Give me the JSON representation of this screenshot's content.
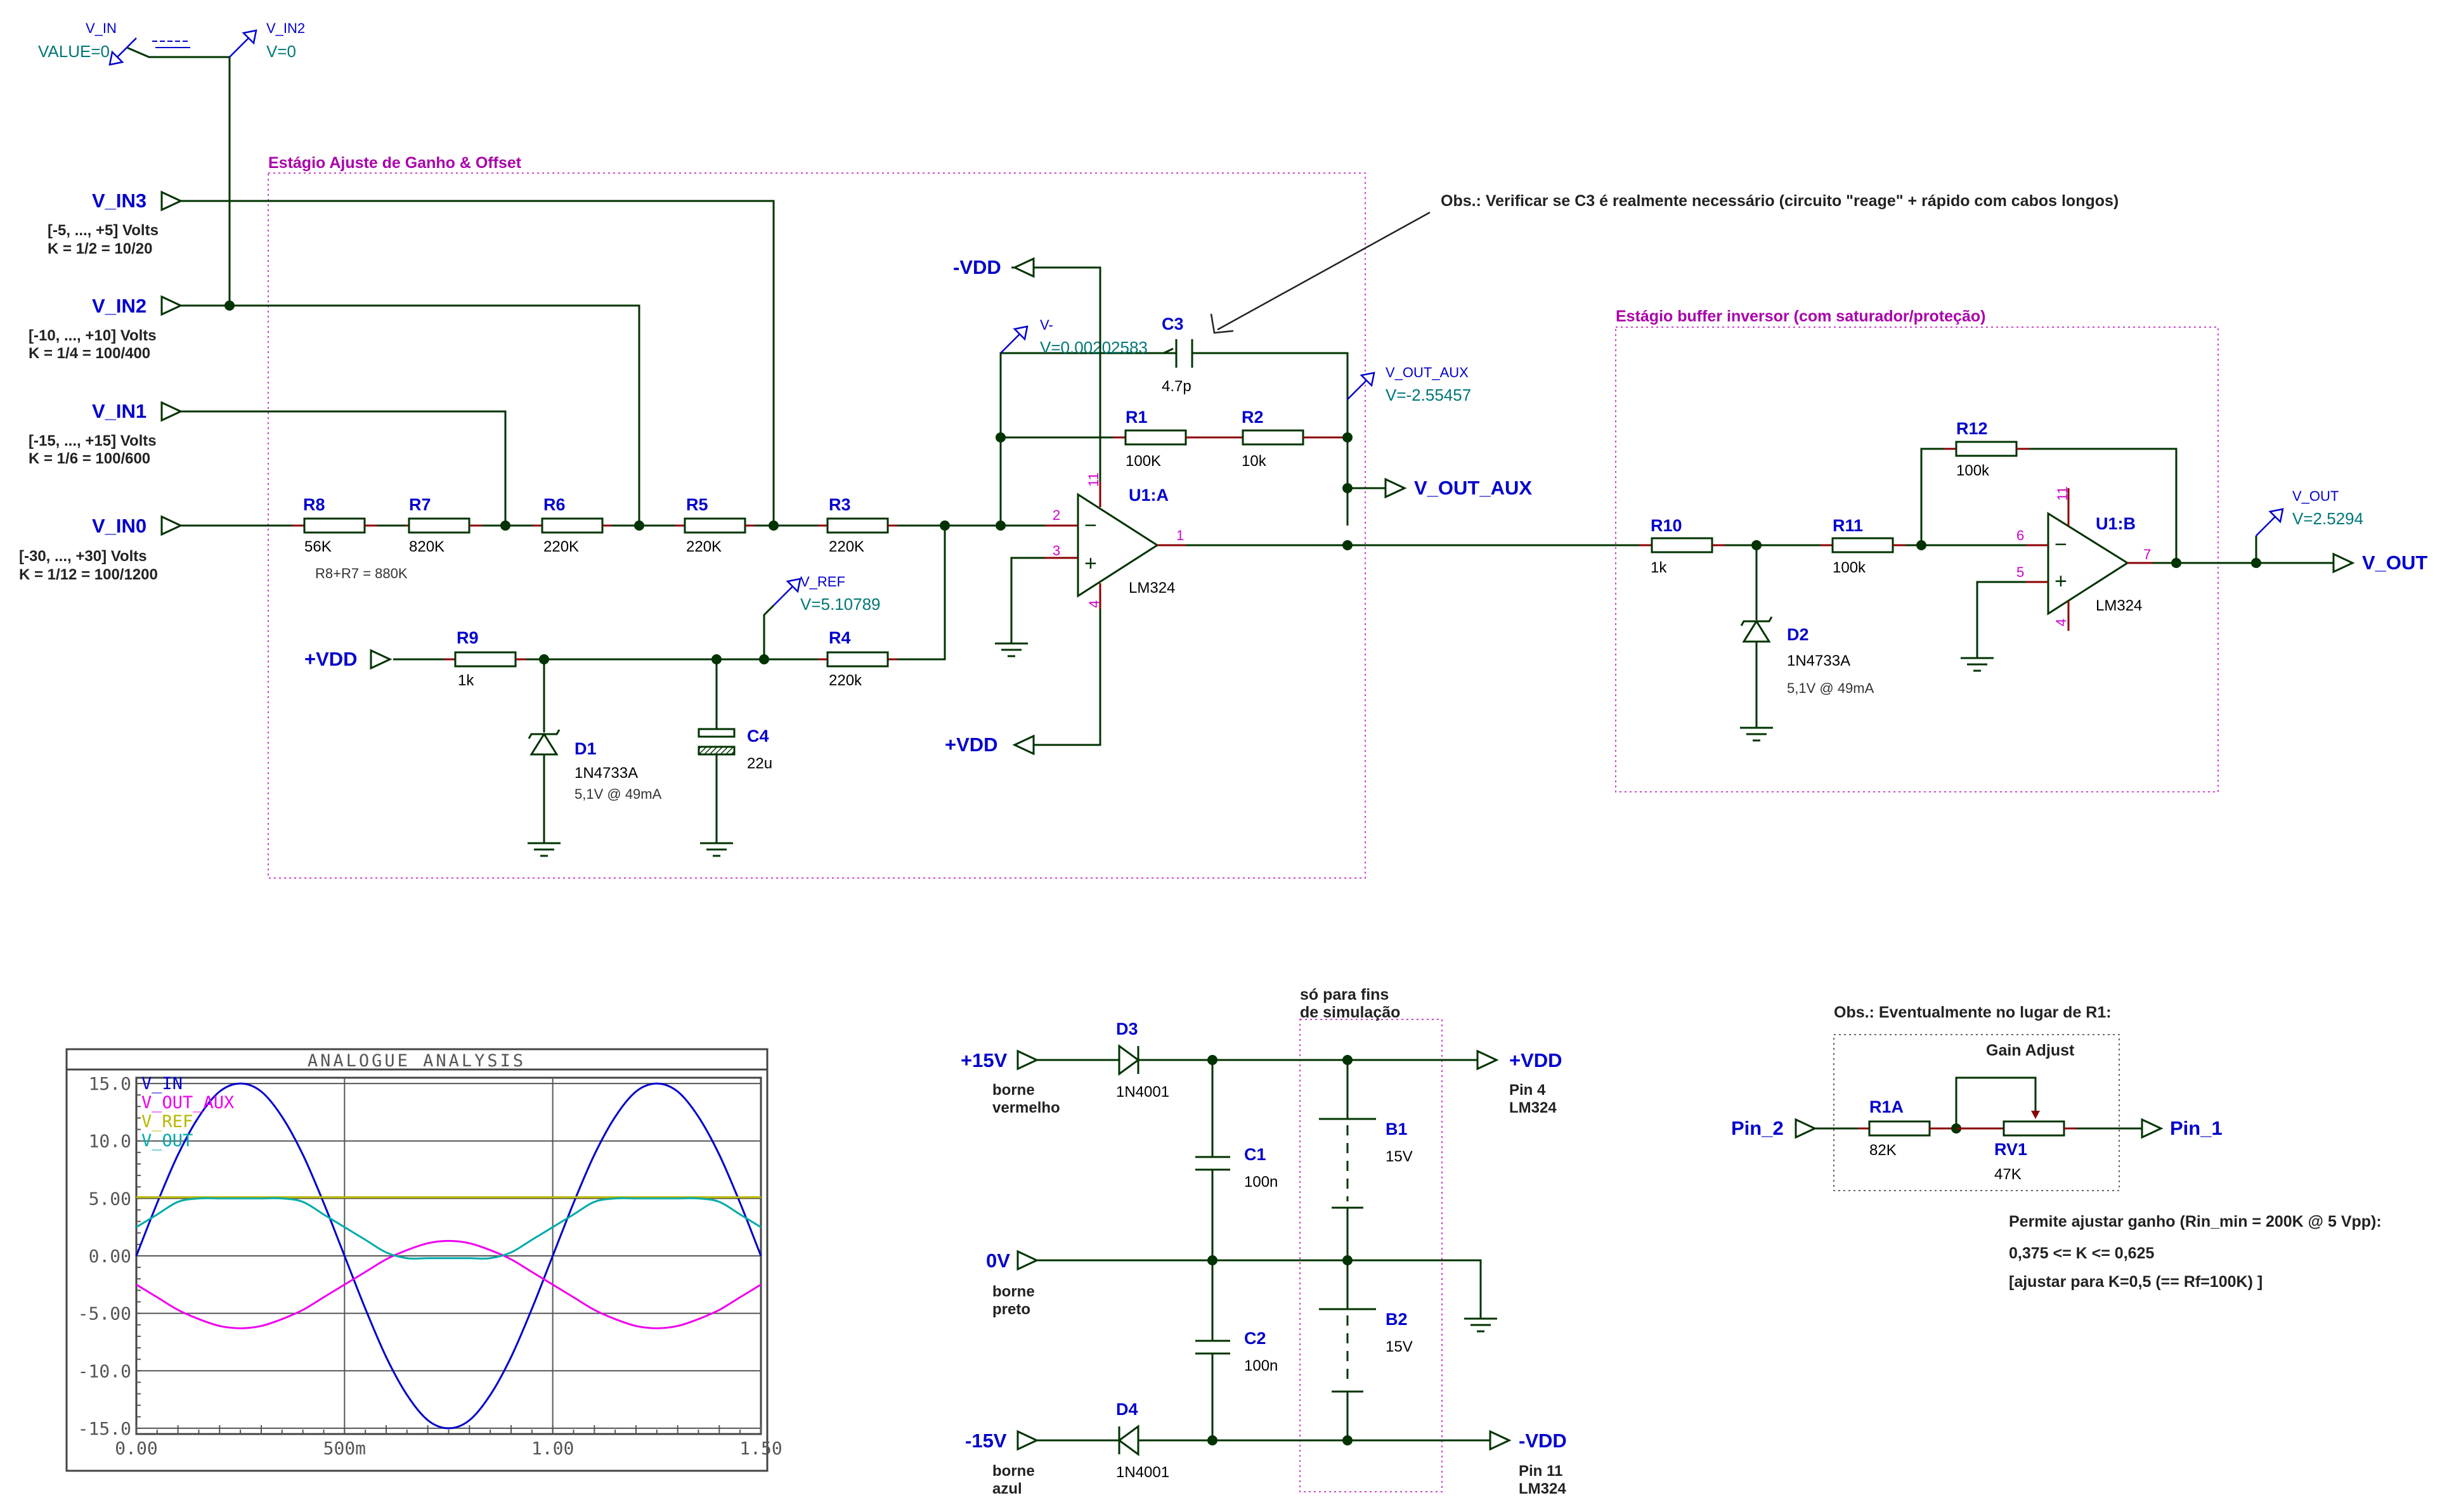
{
  "stages": {
    "gain_offset_title": "Estágio Ajuste de Ganho & Offset",
    "buffer_title": "Estágio buffer inversor (com saturador/proteção)",
    "sim_only_title": "só para fins\nde simulação"
  },
  "observation": "Obs.: Verificar se C3 é realmente necessário (circuito \"reage\" + rápido com cabos longos)",
  "generator": {
    "name": "V_IN",
    "value": "VALUE=0",
    "probe_name": "V_IN2",
    "probe_value": "V=0"
  },
  "inputs": [
    {
      "name": "V_IN3",
      "range": "[-5, ..., +5] Volts",
      "k": "K = 1/2 = 10/20"
    },
    {
      "name": "V_IN2",
      "range": "[-10, ..., +10] Volts",
      "k": "K = 1/4 = 100/400"
    },
    {
      "name": "V_IN1",
      "range": "[-15, ..., +15] Volts",
      "k": "K = 1/6 = 100/600"
    },
    {
      "name": "V_IN0",
      "range": "[-30, ..., +30] Volts",
      "k": "K = 1/12 = 100/1200"
    }
  ],
  "components": {
    "R8": {
      "ref": "R8",
      "val": "56K"
    },
    "R7": {
      "ref": "R7",
      "val": "820K"
    },
    "R7note": "R8+R7 = 880K",
    "R6": {
      "ref": "R6",
      "val": "220K"
    },
    "R5": {
      "ref": "R5",
      "val": "220K"
    },
    "R3": {
      "ref": "R3",
      "val": "220K"
    },
    "R4": {
      "ref": "R4",
      "val": "220k"
    },
    "R9": {
      "ref": "R9",
      "val": "1k"
    },
    "R1": {
      "ref": "R1",
      "val": "100K"
    },
    "R2": {
      "ref": "R2",
      "val": "10k"
    },
    "C3": {
      "ref": "C3",
      "val": "4.7p"
    },
    "C4": {
      "ref": "C4",
      "val": "22u"
    },
    "D1": {
      "ref": "D1",
      "val": "1N4733A",
      "note": "5,1V @ 49mA"
    },
    "U1A": {
      "ref": "U1:A",
      "val": "LM324"
    },
    "R10": {
      "ref": "R10",
      "val": "1k"
    },
    "R11": {
      "ref": "R11",
      "val": "100k"
    },
    "R12": {
      "ref": "R12",
      "val": "100k"
    },
    "D2": {
      "ref": "D2",
      "val": "1N4733A",
      "note": "5,1V @ 49mA"
    },
    "U1B": {
      "ref": "U1:B",
      "val": "LM324"
    },
    "D3": {
      "ref": "D3",
      "val": "1N4001"
    },
    "D4": {
      "ref": "D4",
      "val": "1N4001"
    },
    "C1": {
      "ref": "C1",
      "val": "100n"
    },
    "C2": {
      "ref": "C2",
      "val": "100n"
    },
    "B1": {
      "ref": "B1",
      "val": "15V"
    },
    "B2": {
      "ref": "B2",
      "val": "15V"
    },
    "R1A": {
      "ref": "R1A",
      "val": "82K"
    },
    "RV1": {
      "ref": "RV1",
      "val": "47K"
    }
  },
  "pins": {
    "p2": "2",
    "p3": "3",
    "p1": "1",
    "p11": "11",
    "p4": "4",
    "p6": "6",
    "p5": "5",
    "p7": "7",
    "p11b": "11",
    "p4b": "4"
  },
  "nets": {
    "vdd_neg": "-VDD",
    "vdd_pos": "+VDD",
    "vdd_pos2": "+VDD",
    "vdd_pos3": "+VDD",
    "vdd_neg3": "-VDD",
    "v_out_aux": "V_OUT_AUX",
    "v_out": "V_OUT",
    "p15": "+15V",
    "m15": "-15V",
    "zero": "0V",
    "pin2": "Pin_2",
    "pin1": "Pin_1"
  },
  "probes": {
    "vminus": {
      "name": "V-",
      "value": "V=0.00202583"
    },
    "vref": {
      "name": "V_REF",
      "value": "V=5.10789"
    },
    "voutaux": {
      "name": "V_OUT_AUX",
      "value": "V=-2.55457"
    },
    "vout": {
      "name": "V_OUT",
      "value": "V=2.5294"
    }
  },
  "power": {
    "p15_note1": "borne",
    "p15_note2": "vermelho",
    "zero_note1": "borne",
    "zero_note2": "preto",
    "m15_note1": "borne",
    "m15_note2": "azul",
    "vdd_pos_note1": "Pin 4",
    "vdd_pos_note2": "LM324",
    "vdd_neg_note1": "Pin 11",
    "vdd_neg_note2": "LM324"
  },
  "gain_adjust": {
    "obs": "Obs.: Eventualmente no lugar de R1:",
    "title": "Gain Adjust",
    "note1": "Permite ajustar ganho (Rin_min = 200K @ 5 Vpp):",
    "note2": "0,375 <= K <= 0,625",
    "note3": "[ajustar para K=0,5 (== Rf=100K) ]"
  },
  "chart_data": {
    "type": "line",
    "title": "ANALOGUE ANALYSIS",
    "x_tick_labels": [
      "0.00",
      "500m",
      "1.00",
      "1.50"
    ],
    "y_tick_labels": [
      "15.0",
      "10.0",
      "5.00",
      "0.00",
      "-5.00",
      "-10.0",
      "-15.0"
    ],
    "xlim": [
      0,
      1.5
    ],
    "ylim": [
      -15.5,
      15.5
    ],
    "series": [
      {
        "name": "V_IN",
        "color": "#0000cc",
        "x": [
          0,
          0.05,
          0.1,
          0.15,
          0.2,
          0.25,
          0.3,
          0.35,
          0.4,
          0.45,
          0.5,
          0.55,
          0.6,
          0.65,
          0.7,
          0.75,
          0.8,
          0.85,
          0.9,
          0.95,
          1.0,
          1.05,
          1.1,
          1.15,
          1.2,
          1.25,
          1.3,
          1.35,
          1.4,
          1.45,
          1.5
        ],
        "y": [
          0,
          4.6,
          8.8,
          12.1,
          14.3,
          15.0,
          14.3,
          12.1,
          8.8,
          4.6,
          0,
          -4.6,
          -8.8,
          -12.1,
          -14.3,
          -15.0,
          -14.3,
          -12.1,
          -8.8,
          -4.6,
          0,
          4.6,
          8.8,
          12.1,
          14.3,
          15.0,
          14.3,
          12.1,
          8.8,
          4.6,
          0
        ]
      },
      {
        "name": "V_OUT_AUX",
        "color": "#ee00ee",
        "x": [
          0,
          0.05,
          0.1,
          0.15,
          0.2,
          0.25,
          0.3,
          0.35,
          0.4,
          0.45,
          0.5,
          0.55,
          0.6,
          0.65,
          0.7,
          0.75,
          0.8,
          0.85,
          0.9,
          0.95,
          1.0,
          1.05,
          1.1,
          1.15,
          1.2,
          1.25,
          1.3,
          1.35,
          1.4,
          1.45,
          1.5
        ],
        "y": [
          -2.5,
          -3.6,
          -4.7,
          -5.5,
          -6.1,
          -6.3,
          -6.1,
          -5.5,
          -4.7,
          -3.6,
          -2.5,
          -1.4,
          -0.3,
          0.5,
          1.1,
          1.3,
          1.1,
          0.5,
          -0.3,
          -1.4,
          -2.5,
          -3.6,
          -4.7,
          -5.5,
          -6.1,
          -6.3,
          -6.1,
          -5.5,
          -4.7,
          -3.6,
          -2.5
        ]
      },
      {
        "name": "V_REF",
        "color": "#b8b800",
        "x": [
          0,
          1.5
        ],
        "y": [
          5.1,
          5.1
        ]
      },
      {
        "name": "V_OUT",
        "color": "#00aaaa",
        "x": [
          0,
          0.05,
          0.1,
          0.15,
          0.2,
          0.25,
          0.3,
          0.35,
          0.4,
          0.45,
          0.5,
          0.55,
          0.6,
          0.65,
          0.7,
          0.75,
          0.8,
          0.85,
          0.9,
          0.95,
          1.0,
          1.05,
          1.1,
          1.15,
          1.2,
          1.25,
          1.3,
          1.35,
          1.4,
          1.45,
          1.5
        ],
        "y": [
          2.5,
          3.6,
          4.7,
          5.0,
          5.0,
          5.0,
          5.0,
          5.0,
          4.7,
          3.6,
          2.5,
          1.4,
          0.3,
          -0.2,
          -0.2,
          -0.2,
          -0.2,
          -0.2,
          0.3,
          1.4,
          2.5,
          3.6,
          4.7,
          5.0,
          5.0,
          5.0,
          5.0,
          5.0,
          4.7,
          3.6,
          2.5
        ]
      }
    ]
  }
}
